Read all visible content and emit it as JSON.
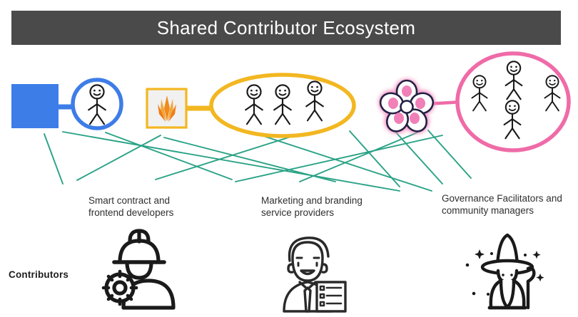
{
  "header": {
    "title": "Shared Contributor Ecosystem",
    "background_color": "#4a4a4a",
    "text_color": "#ffffff"
  },
  "colors": {
    "blue": "#3d7de8",
    "blue_square_fill": "#3d7de8",
    "amber": "#f2b721",
    "amber_logo": "#f08a1c",
    "pink": "#ef6ba8",
    "teal_links": "#1f9e80",
    "stick_figure": "#1a1a1a",
    "icon_black": "#1a1a1a",
    "label_text": "#2f2f2f"
  },
  "nodes": [
    {
      "id": "blue-entity",
      "type": "square-filled",
      "name": "blue-square-node",
      "members": 1,
      "connector": "blue"
    },
    {
      "id": "amber-entity",
      "type": "square-logo",
      "name": "amber-logo-node",
      "logo": "flame-wheat-logo",
      "members": 3,
      "connector": "amber"
    },
    {
      "id": "pink-entity",
      "type": "flower-logo",
      "name": "pink-flower-node",
      "logo": "cherry-blossom-icon",
      "members": 4,
      "connector": "pink"
    }
  ],
  "groups": [
    {
      "id": "blue-group",
      "shape": "circle",
      "stick_figures": 1,
      "color": "#3d7de8"
    },
    {
      "id": "amber-group",
      "shape": "ellipse",
      "stick_figures": 3,
      "color": "#f2b721"
    },
    {
      "id": "pink-group",
      "shape": "circle",
      "stick_figures": 4,
      "color": "#ef6ba8"
    }
  ],
  "role_labels": [
    {
      "id": "developers",
      "text": "Smart contract and\nfrontend developers"
    },
    {
      "id": "marketing",
      "text": "Marketing and branding\nservice providers"
    },
    {
      "id": "governance",
      "text": "Governance Facilitators and\ncommunity managers"
    }
  ],
  "contributors": {
    "label": "Contributors",
    "icons": [
      {
        "id": "engineer",
        "name": "engineer-with-gear-icon",
        "depicts": "worker wearing hard hat with gear"
      },
      {
        "id": "businessman",
        "name": "businessman-checklist-icon",
        "depicts": "man in shirt and tie with checklist"
      },
      {
        "id": "wizard",
        "name": "wizard-with-staff-icon",
        "depicts": "wizard with pointed hat, beard and staff"
      }
    ]
  },
  "network": {
    "description": "crossing teal links connecting organizations to contributor roles",
    "link_count": 12,
    "color": "#1f9e80"
  }
}
